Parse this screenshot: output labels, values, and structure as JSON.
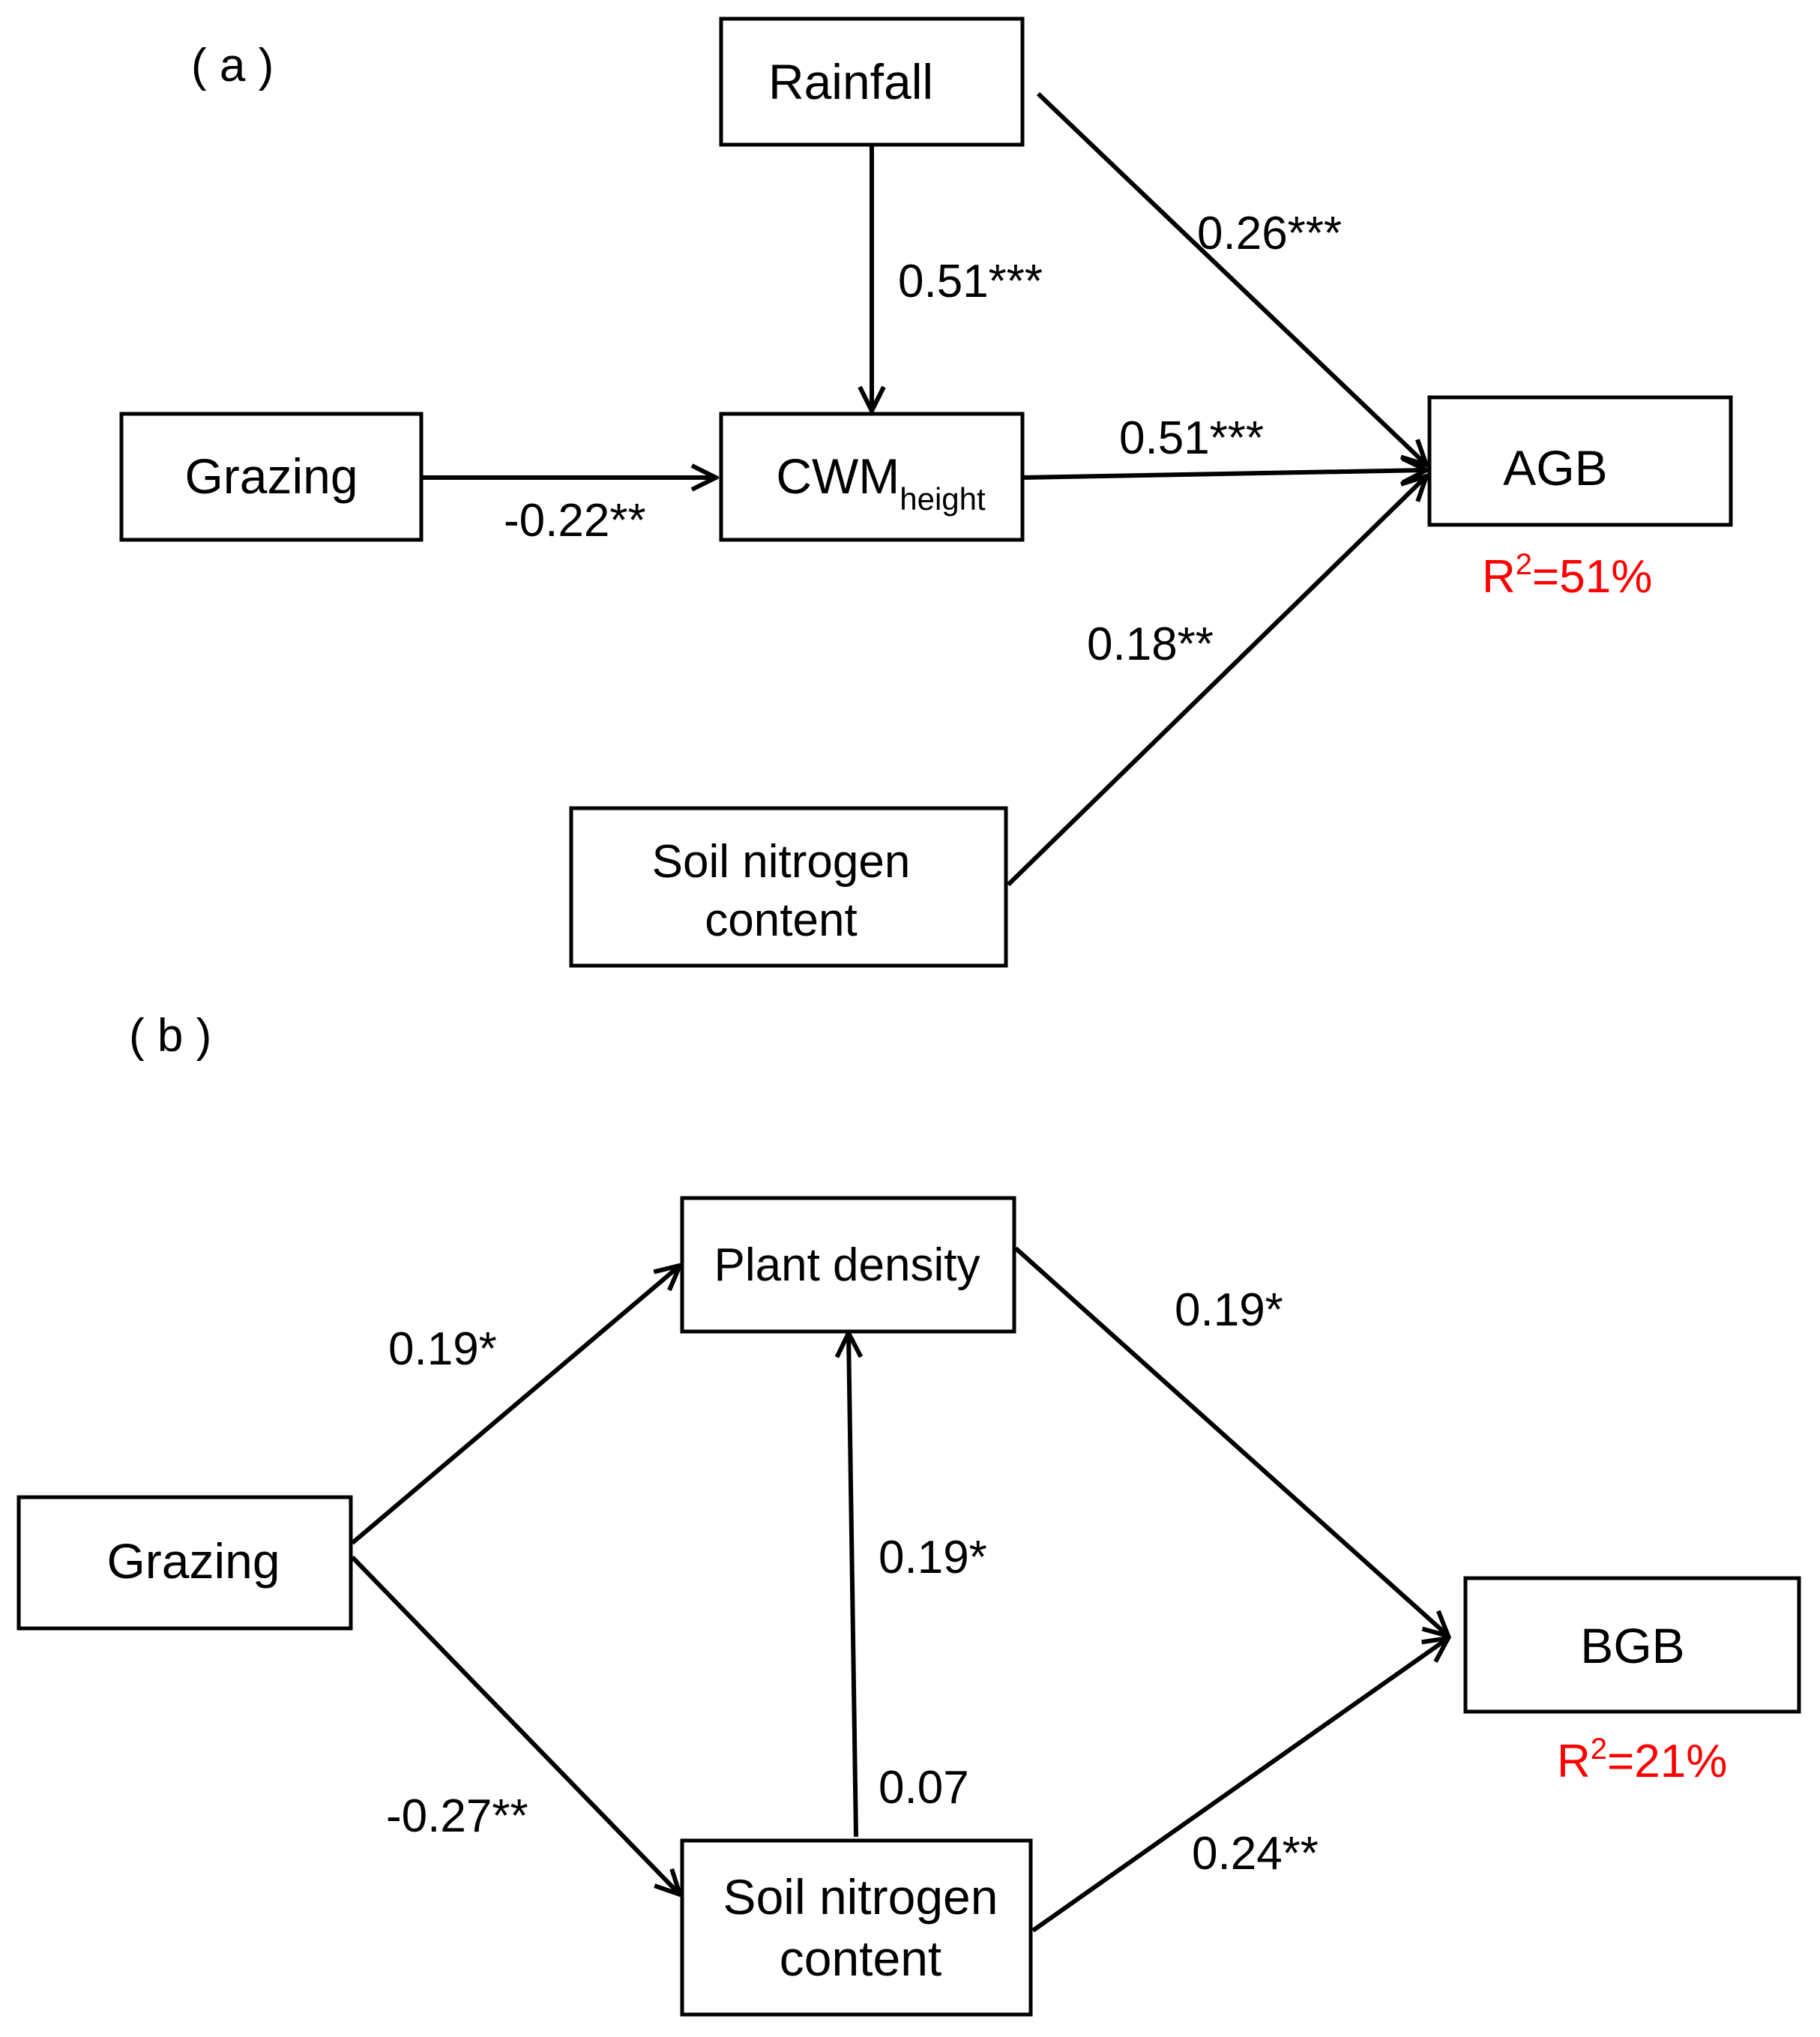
{
  "panel_a": {
    "label": "( a )",
    "nodes": {
      "rainfall": "Rainfall",
      "grazing": "Grazing",
      "cwm_main": "CWM",
      "cwm_sub": "height",
      "agb": "AGB",
      "soil_line1": "Soil nitrogen",
      "soil_line2": "content"
    },
    "paths": {
      "rainfall_cwm": "0.51***",
      "rainfall_agb": "0.26***",
      "grazing_cwm": "-0.22**",
      "cwm_agb": "0.51***",
      "soil_agb": "0.18**"
    },
    "r2_prefix": "R",
    "r2_sup": "2",
    "r2_value": "=51%"
  },
  "panel_b": {
    "label": "( b )",
    "nodes": {
      "plant_density": "Plant density",
      "grazing": "Grazing",
      "bgb": "BGB",
      "soil_line1": "Soil nitrogen",
      "soil_line2": "content"
    },
    "paths": {
      "grazing_plant": "0.19*",
      "plant_bgb": "0.19*",
      "soil_plant": "0.19*",
      "soil_plant_lower": "0.07",
      "grazing_soil": "-0.27**",
      "soil_bgb": "0.24**"
    },
    "r2_prefix": "R",
    "r2_sup": "2",
    "r2_value": "=21%"
  },
  "colors": {
    "r2": "#ff0000",
    "line": "#000000"
  }
}
